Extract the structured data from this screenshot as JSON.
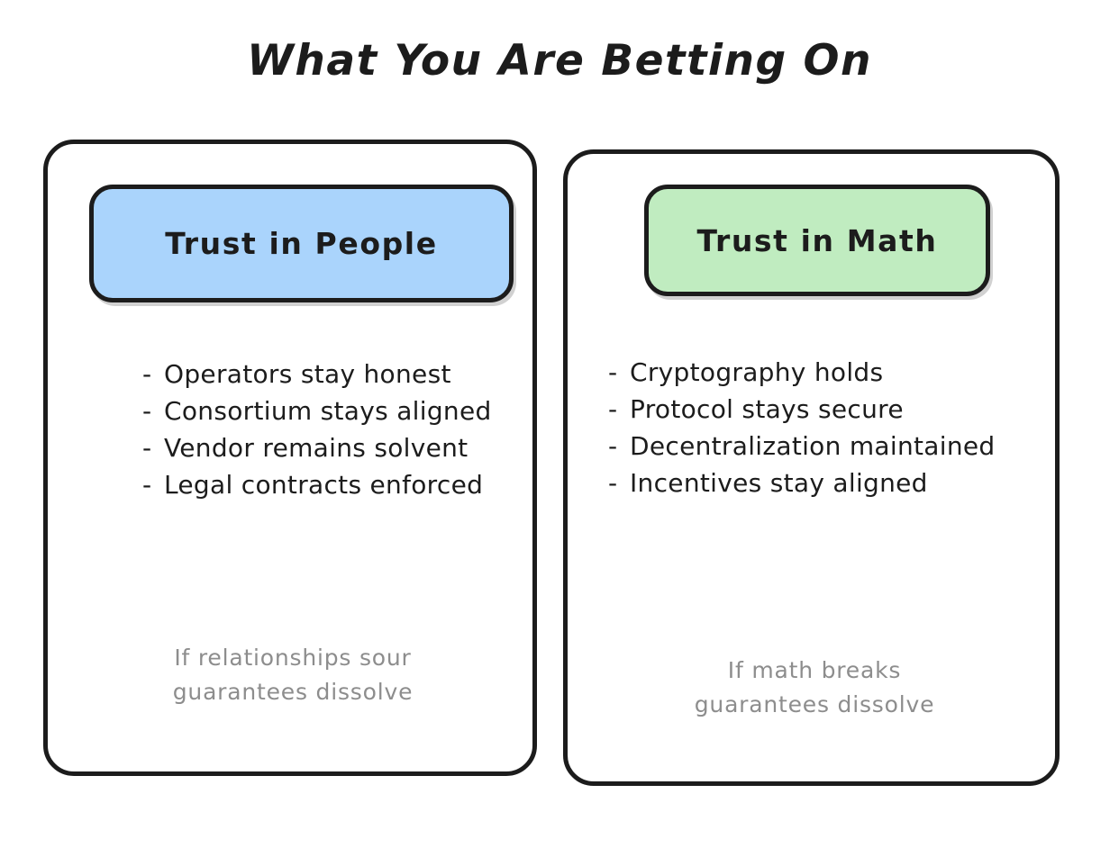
{
  "title": "What You Are Betting On",
  "colors": {
    "ink": "#1c1c1c",
    "people_chip": "#aad4fc",
    "math_chip": "#c0ecc0",
    "footnote_gray": "#8d8d8d",
    "background": "#ffffff"
  },
  "columns": [
    {
      "id": "people",
      "header": "Trust in People",
      "bullets": [
        "Operators stay honest",
        "Consortium stays aligned",
        "Vendor remains solvent",
        "Legal contracts enforced"
      ],
      "footnote": {
        "line1": "If relationships sour",
        "line2": "guarantees dissolve"
      }
    },
    {
      "id": "math",
      "header": "Trust in Math",
      "bullets": [
        "Cryptography holds",
        "Protocol stays secure",
        "Decentralization maintained",
        "Incentives stay aligned"
      ],
      "footnote": {
        "line1": "If math breaks",
        "line2": "guarantees dissolve"
      }
    }
  ],
  "bullet_marker": "-"
}
